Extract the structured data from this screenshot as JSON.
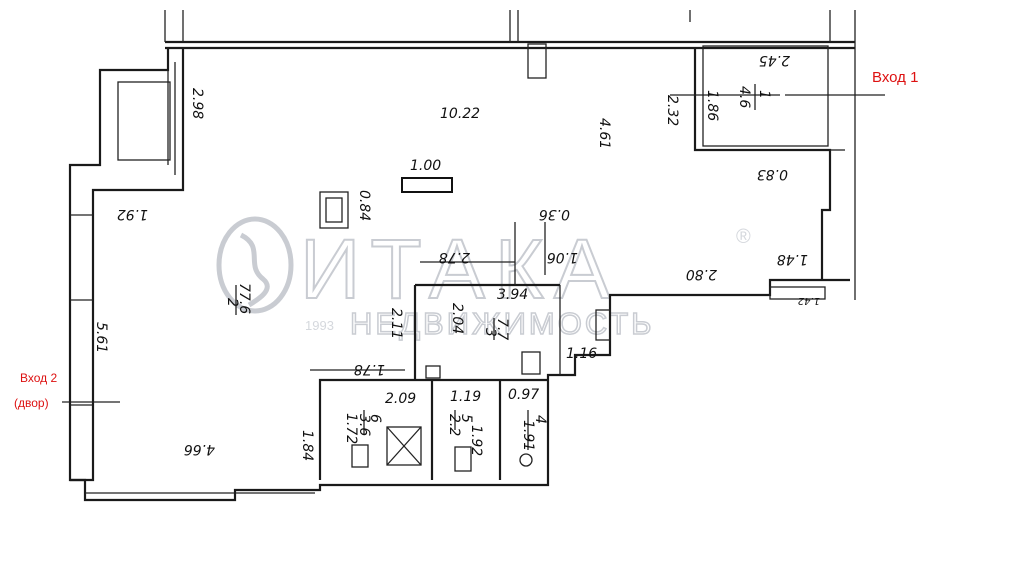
{
  "labels": {
    "entrance_1": "Вход 1",
    "entrance_2_line1": "Вход 2",
    "entrance_2_line2": "(двор)"
  },
  "watermark": {
    "brand": "ИТАКА",
    "registered": "®",
    "year": "1993",
    "tagline": "НЕДВИЖИМОСТЬ"
  },
  "dimensions": {
    "d_10_22": "10.22",
    "d_4_61": "4.61",
    "d_1_00": "1.00",
    "d_0_84": "0.84",
    "d_2_98": "2.98",
    "d_1_92": "1.92",
    "d_2_45": "2.45",
    "d_1_86": "1.86",
    "d_2_32": "2.32",
    "d_0_83": "0.83",
    "d_0_36": "0.36",
    "d_1_06": "1.06",
    "d_2_78": "2.78",
    "d_1_48": "1.48",
    "d_2_80": "2.80",
    "d_3_94": "3.94",
    "d_2_04": "2.04",
    "d_2_11": "2.11",
    "d_1_16": "1.16",
    "d_1_78": "1.78",
    "d_5_61": "5.61",
    "d_2_09": "2.09",
    "d_1_19": "1.19",
    "d_0_97": "0.97",
    "d_1_72": "1.72",
    "d_1_84": "1.84",
    "d_1_92b": "1.92",
    "d_4_66": "4.66",
    "d_1_42": "1.42"
  },
  "rooms": {
    "r1_num": "1",
    "r1_area": "4.6",
    "r2_num": "2",
    "r2_area": "77.6",
    "r3_num": "3",
    "r3_area": "7.7",
    "r4_num": "4",
    "r4_area": "1.91",
    "r5_num": "5",
    "r5_area": "2.2",
    "r6_num": "6",
    "r6_area": "3.6"
  }
}
